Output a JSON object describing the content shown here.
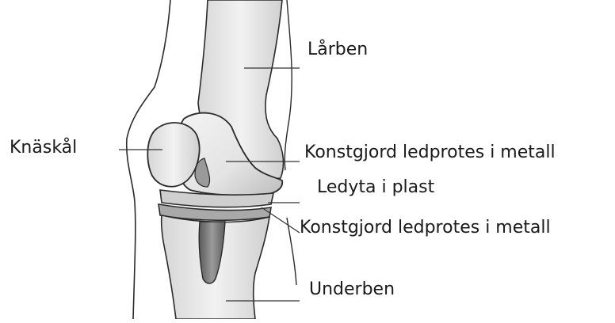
{
  "labels": {
    "femur": "Lårben",
    "patella": "Knäskål",
    "metal_upper": "Konstgjord ledprotes i metall",
    "plastic": "Ledyta i plast",
    "metal_lower": "Konstgjord ledprotes i metall",
    "tibia": "Underben"
  },
  "colors": {
    "outline": "#2a2a2a",
    "bone": "#ececec",
    "bone_shadow": "#bfbfbf",
    "metal": "#e6e6e6",
    "plastic": "#d0d0d0",
    "stem": "#7a7a7a",
    "leader": "#333333"
  }
}
